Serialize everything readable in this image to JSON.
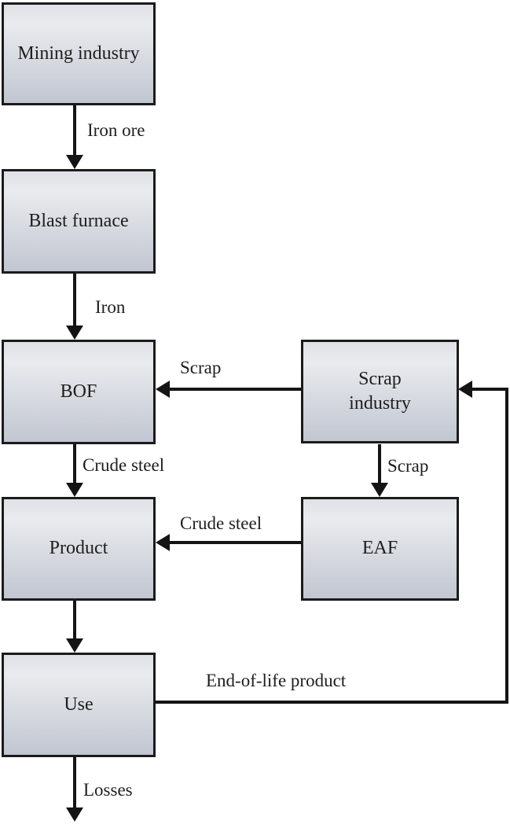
{
  "nodes": {
    "mining": {
      "label": "Mining industry"
    },
    "blast_furnace": {
      "label": "Blast furnace"
    },
    "bof": {
      "label": "BOF"
    },
    "product": {
      "label": "Product"
    },
    "use": {
      "label": "Use"
    },
    "scrap_industry": {
      "label": "Scrap\nindustry"
    },
    "eaf": {
      "label": "EAF"
    }
  },
  "edges": {
    "iron_ore": {
      "label": "Iron ore"
    },
    "iron": {
      "label": "Iron"
    },
    "crude_steel_bof": {
      "label": "Crude steel"
    },
    "scrap_to_bof": {
      "label": "Scrap"
    },
    "scrap_to_eaf": {
      "label": "Scrap"
    },
    "crude_steel_eaf": {
      "label": "Crude steel"
    },
    "end_of_life": {
      "label": "End-of-life product"
    },
    "losses": {
      "label": "Losses"
    }
  },
  "colors": {
    "background": "#ffffff",
    "line": "#141414",
    "box_border": "#1b1b1b",
    "box_top": "#dfe1e6",
    "box_mid": "#e9ebee",
    "box_low": "#d5d8df",
    "box_bottom": "#c2c6d1",
    "text": "#1e1e1e"
  }
}
